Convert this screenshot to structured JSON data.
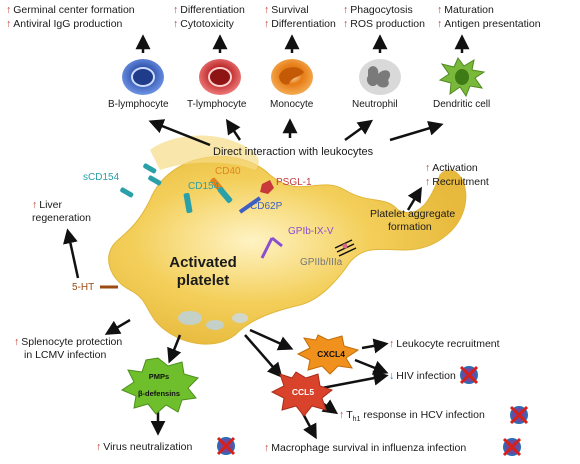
{
  "top_effects": {
    "b_lymphocyte": [
      "Germinal center formation",
      "Antiviral IgG production"
    ],
    "t_lymphocyte": [
      "Differentiation",
      "Cytotoxicity"
    ],
    "monocyte": [
      "Survival",
      "Differentiation"
    ],
    "neutrophil": [
      "Phagocytosis",
      "ROS production"
    ],
    "dendritic": [
      "Maturation",
      "Antigen presentation"
    ]
  },
  "cells": {
    "b_lymphocyte": "B-lymphocyte",
    "t_lymphocyte": "T-lymphocyte",
    "monocyte": "Monocyte",
    "neutrophil": "Neutrophil",
    "dendritic": "Dendritic cell"
  },
  "direct_interaction": "Direct interaction with leukocytes",
  "receptors": {
    "scd154": "sCD154",
    "cd40": "CD40",
    "cd154": "CD154",
    "psgl1": "PSGL-1",
    "cd62p": "CD62P",
    "gpib": "GPIb-IX-V",
    "gpiib": "GPIIb/IIIa",
    "ht5": "5-HT"
  },
  "aggregate": {
    "effects": [
      "Activation",
      "Recruitment"
    ],
    "label": [
      "Platelet aggregate",
      "formation"
    ]
  },
  "liver": [
    "Liver",
    "regeneration"
  ],
  "activated_platelet": [
    "Activated",
    "platelet"
  ],
  "splenocyte": [
    "Splenocyte protection",
    "in LCMV infection"
  ],
  "mediators": {
    "pmps": "PMPs",
    "defensins": "β-defensins",
    "cxcl4": "CXCL4",
    "ccl5": "CCL5"
  },
  "outcomes": {
    "virus_neutralization": "Virus neutralization",
    "leukocyte_recruitment": "Leukocyte recruitment",
    "hiv_infection": "HIV infection",
    "th1_prefix": "T",
    "th1_sub": "h1",
    "th1_suffix": " response in HCV infection",
    "macrophage": "Macrophage survival in influenza infection"
  },
  "colors": {
    "platelet": "#f3cf5a",
    "b_cell": "#3a67c4",
    "t_cell": "#d83a3a",
    "monocyte": "#e8801f",
    "neutrophil": "#9b9b9b",
    "dendritic": "#6cab2e",
    "up_arrow": "#c0392b",
    "down_arrow": "#2f6db5",
    "cd40": "#e0851e",
    "cd154": "#2aa0a8",
    "psgl1": "#c83a3a",
    "cd62p": "#3d5fc4",
    "gpib": "#8a4fd0",
    "mediator_green": "#6fbf2c",
    "mediator_orange": "#f0901d",
    "mediator_red": "#d9432b"
  }
}
